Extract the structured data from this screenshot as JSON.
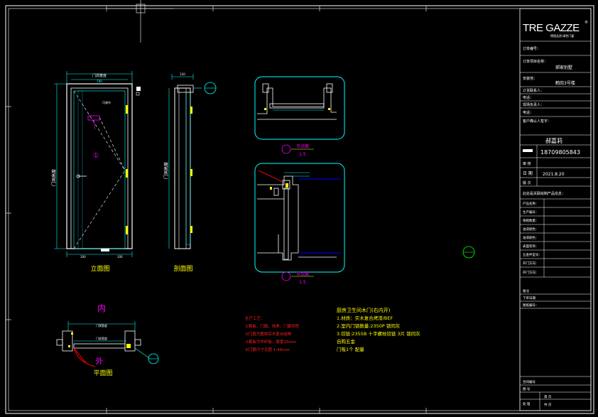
{
  "brand": {
    "logo": "TRE GAZZE",
    "logo_mark": "®",
    "tagline": "德国品质·绿色门窗"
  },
  "views": {
    "elevation_label": "立面图",
    "section_label": "剖面图",
    "plan_label": "平面图",
    "plan_inside": "内",
    "plan_outside": "外",
    "section_mark_1": "节点图",
    "section_mark_2": "节点图",
    "scale_1": "1:5",
    "scale_2": "1:5",
    "door_number": "①"
  },
  "dims": {
    "elev_top_width": "门洞宽度",
    "elev_inner_width": "790",
    "elev_height": "门洞高度",
    "elev_sub": "可调节",
    "elev_bottom_left": "100",
    "elev_bottom_right": "100",
    "sec_top": "120",
    "sec_height": "门洞高度",
    "plan_width": "门洞宽度",
    "plan_inner": "门扇宽度"
  },
  "process_notes": {
    "title": "生产工艺：",
    "lines": [
      "①套板、门扇、线条、门套同色",
      "②门扇为整体实木复合结构",
      "③套板为中纤板，厚度15mm",
      "④门套尺寸见图 1:45mm"
    ]
  },
  "spec_notes": {
    "title": "厨房卫生间木门(右内开)",
    "lines": [
      "1.材质：实木复合烤漆/BEF",
      "2.室内门锁数量:2350P   锁同灰",
      "3.铰链:2355B 十字螺栓铰链 3片  锁同灰",
      "自购五金",
      "门吸1个    配量"
    ]
  },
  "title_block": {
    "order_no": "订单编号：",
    "product_name": "订单项目名称：",
    "product_value": "郝家别墅",
    "address_label": "安装地：",
    "address_value": "鹤岗3号楼",
    "tel_label1": "订货联系人：",
    "tel_label2": "电话：",
    "receiver_label": "现场负责人：",
    "receiver_tel": "电话：",
    "confirm_label": "客户确认人签字：",
    "designer_label": "",
    "designer_value": "郝嘉莉",
    "phone_label": "",
    "phone_value": "18709805843",
    "reviewer_label": "审 核",
    "date_label": "日 期",
    "date_value": "2021.8.20",
    "version_label": "版 次",
    "product_info": "此处是关联绘制产品信息：",
    "rows": [
      "产品名称：",
      "生产编号：",
      "每樘数量：",
      "油漆颜色：",
      "油漆颜色：",
      "表面装饰：",
      "五金件型号：",
      "开门方向：",
      "开门方向："
    ],
    "remark": "备注",
    "bottom_rows": [
      "下单日期",
      "图纸编号：",
      "合同编号",
      "图 号",
      "处 理"
    ],
    "page_label": "第  页",
    "page_total": "共  页"
  }
}
